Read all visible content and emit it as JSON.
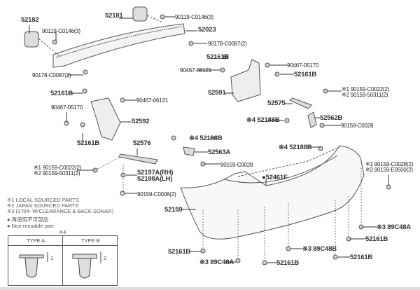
{
  "labels": {
    "p52182": "52182",
    "c0146_left": "90119-C0146(3)",
    "p52181": "52181",
    "c0146_right": "90119-C0146(3)",
    "p52023": "52023",
    "c0087_right": "90178-C0087(2)",
    "c0087_left": "90178-C0087(2)",
    "p52161b_1": "52161B",
    "p06121_r": "90467-06121",
    "p05170_r": "90467-05170",
    "p52161b_2": "52161B",
    "p52591": "52591",
    "p52161b_3": "52161B",
    "p06121_l": "90467-06121",
    "p05170_l": "90467-05170",
    "p52575": "52575",
    "r_c0022": "※1 90159-C0022(2)",
    "r_50311": "※2 90159-50311(2)",
    "p52592": "52592",
    "p52188b_1": "※4 52188B",
    "p52562b": "52562B",
    "p_c0028_1": "90159-C0028",
    "p52161b_4": "52161B",
    "p52576": "52576",
    "p52188b_2": "※4 52188B",
    "p52563a": "52563A",
    "p_c0028_2": "90159-C0028",
    "p52188b_3": "※4 52188B",
    "p52461f": "●52461F",
    "rr_c0028": "※1 90159-C0028(2)",
    "rr_e0500": "※2 90159-E0500(2)",
    "l_c0022": "※1 90159-C0022(2)",
    "l_50311": "※2 90159-50311(2)",
    "p52197a": "52197A(RH)",
    "p52198a": "52198A(LH)",
    "p_c0008": "90159-C0008(2)",
    "p52159": "52159",
    "p89c48a_r": "※3 89C48A",
    "p52161b_5": "52161B",
    "p89c48b": "※3 89C48B",
    "p52161b_6": "52161B",
    "p52161b_7": "52161B",
    "p89c48a_l": "※3 89C48A",
    "p52161b_8": "52161B"
  },
  "legend": {
    "local": "※1 LOCAL SOURCED PARTS",
    "japan": "※2 JAPAN SOURCED PARTS",
    "sonar": "※3 (1704-      W/CLEARANCE & BACK SONAR)",
    "nonreuse_jp": "● 再使用不可部品",
    "nonreuse_en": "● Non-reusable part"
  },
  "clip_table": {
    "note": "※4",
    "type_a": "TYPE A",
    "type_b": "TYPE B",
    "dim_a": "1",
    "dim_b": "2"
  }
}
